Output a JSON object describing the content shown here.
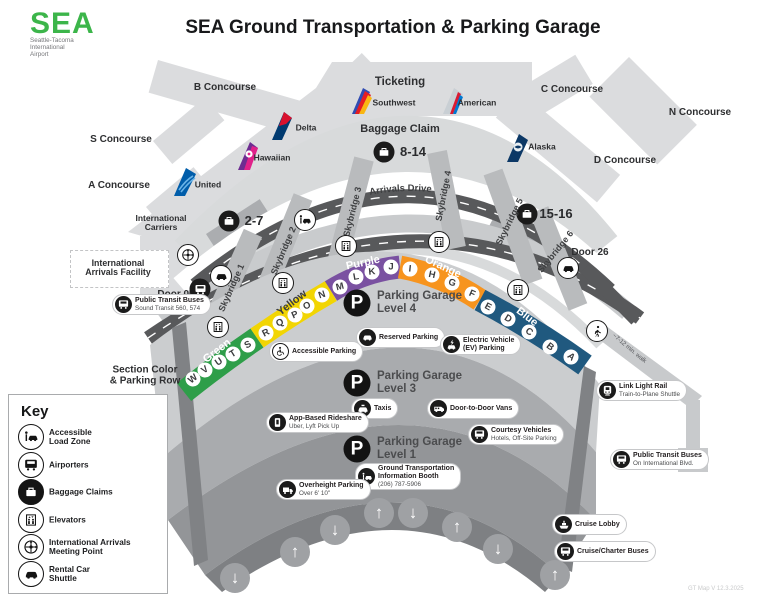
{
  "header": {
    "logo": "SEA",
    "logo_sub1": "Seattle-Tacoma",
    "logo_sub2": "International",
    "logo_sub3": "Airport",
    "title": "SEA Ground Transportation & Parking Garage",
    "brand_green": "#3CB54A"
  },
  "concourses": {
    "a": "A Concourse",
    "b": "B Concourse",
    "c": "C Concourse",
    "d": "D Concourse",
    "n": "N Concourse",
    "s": "S Concourse"
  },
  "airlines": {
    "southwest": "Southwest",
    "american": "American",
    "delta": "Delta",
    "alaska": "Alaska",
    "hawaiian": "Hawaiian",
    "united": "United"
  },
  "terminal": {
    "ticketing": "Ticketing",
    "baggage_claim": "Baggage Claim",
    "bag_8_14": "8-14",
    "bag_2_7": "2-7",
    "bag_15_16": "15-16",
    "arrivals_drive": "Arrivals Drive",
    "intl_carriers_1": "International",
    "intl_carriers_2": "Carriers",
    "intl_arrivals_1": "International",
    "intl_arrivals_2": "Arrivals Facility",
    "door_00": "Door 00",
    "door_26": "Door 26"
  },
  "skybridges": [
    "Skybridge 1",
    "Skybridge 2",
    "Skybridge 3",
    "Skybridge 4",
    "Skybridge 5",
    "Skybridge 6"
  ],
  "sections": {
    "label_1": "Section Color",
    "label_2": "& Parking Row",
    "green": {
      "name": "Green",
      "color": "#2E9E49",
      "letters": [
        "W",
        "V",
        "U",
        "T",
        "S"
      ]
    },
    "yellow": {
      "name": "Yellow",
      "color": "#F2D503",
      "letters": [
        "R",
        "Q",
        "P",
        "O",
        "N"
      ]
    },
    "purple": {
      "name": "Purple",
      "color": "#7A51A1",
      "letters": [
        "M",
        "L",
        "K",
        "J"
      ]
    },
    "orange": {
      "name": "Orange",
      "color": "#F7941E",
      "letters": [
        "I",
        "H",
        "G",
        "F"
      ]
    },
    "blue": {
      "name": "Blue",
      "color": "#20597F",
      "letters": [
        "E",
        "D",
        "C",
        "B",
        "A"
      ]
    }
  },
  "garage": {
    "p": "P",
    "levels": [
      {
        "name": "Parking Garage",
        "level": "Level 4"
      },
      {
        "name": "Parking Garage",
        "level": "Level 3"
      },
      {
        "name": "Parking Garage",
        "level": "Level 1"
      }
    ]
  },
  "callouts": {
    "transit_left": {
      "title": "Public Transit Buses",
      "sub": "Sound Transit 560, 574"
    },
    "accessible": {
      "title": "Accessible Parking"
    },
    "reserved": {
      "title": "Reserved Parking"
    },
    "ev": {
      "title": "Electric Vehicle",
      "sub": "(EV) Parking"
    },
    "taxis": {
      "title": "Taxis"
    },
    "vans": {
      "title": "Door-to-Door Vans"
    },
    "rideshare": {
      "title": "App-Based Rideshare",
      "sub": "Uber, Lyft Pick Up"
    },
    "courtesy": {
      "title": "Courtesy Vehicles",
      "sub": "Hotels, Off-Site Parking"
    },
    "info_booth": {
      "title": "Ground Transportation",
      "sub": "Information Booth",
      "sub2": "(206) 787-5906"
    },
    "overheight": {
      "title": "Overheight Parking",
      "sub": "Over 6' 10\""
    },
    "link_rail": {
      "title": "Link Light Rail",
      "sub": "Train-to-Plane Shuttle"
    },
    "transit_right": {
      "title": "Public Transit Buses",
      "sub": "On International Blvd."
    },
    "cruise_lobby": {
      "title": "Cruise Lobby"
    },
    "cruise_buses": {
      "title": "Cruise/Charter Buses"
    }
  },
  "walk_note": "~7-12 min. walk",
  "key": {
    "title": "Key",
    "items": [
      {
        "l1": "Accessible",
        "l2": "Load Zone"
      },
      {
        "l1": "Airporters",
        "l2": ""
      },
      {
        "l1": "Baggage Claims",
        "l2": ""
      },
      {
        "l1": "Elevators",
        "l2": ""
      },
      {
        "l1": "International Arrivals",
        "l2": "Meeting Point"
      },
      {
        "l1": "Rental Car",
        "l2": "Shuttle"
      }
    ]
  },
  "arrows": {
    "up": "↑",
    "down": "↓"
  },
  "footer": "GT Map V 12.3.2025"
}
